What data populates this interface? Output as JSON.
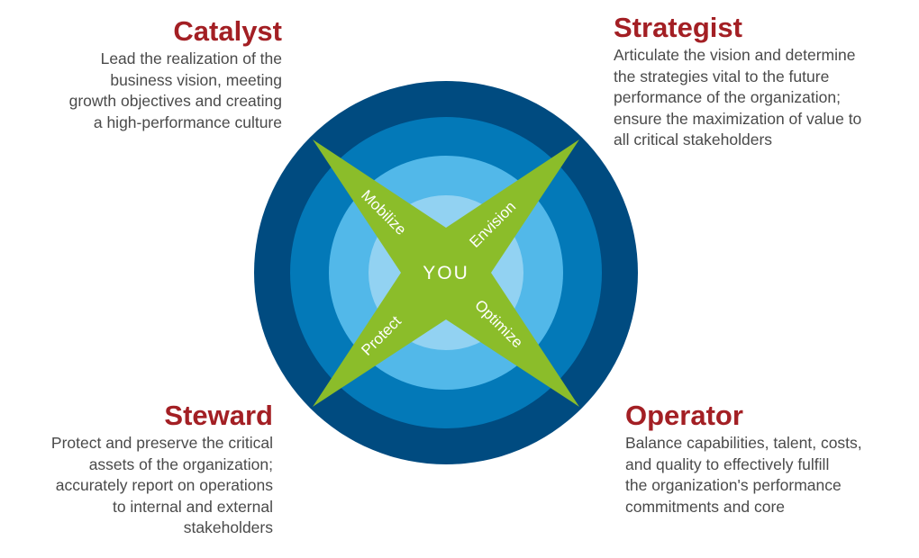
{
  "center_label": "YOU",
  "arms": {
    "top_left": "Mobilize",
    "top_right": "Envision",
    "bottom_left": "Protect",
    "bottom_right": "Optimize"
  },
  "roles": {
    "catalyst": {
      "title": "Catalyst",
      "lines": [
        "Lead the realization of the",
        "business vision, meeting",
        "growth objectives and creating",
        "a high-performance culture"
      ]
    },
    "strategist": {
      "title": "Strategist",
      "lines": [
        "Articulate the vision and determine",
        "the strategies vital to the future",
        "performance of the organization;",
        "ensure the maximization of value to",
        "all critical stakeholders"
      ]
    },
    "steward": {
      "title": "Steward",
      "lines": [
        "Protect and preserve the critical",
        "assets of the organization;",
        "accurately report on operations",
        "to internal and external",
        "stakeholders"
      ]
    },
    "operator": {
      "title": "Operator",
      "lines": [
        "Balance capabilities, talent, costs,",
        "and quality to effectively fulfill",
        "the organization's performance",
        "commitments and core"
      ]
    }
  },
  "colors": {
    "ring1": "#004b80",
    "ring2": "#0379b8",
    "ring3": "#52b8e9",
    "ring4": "#92d2f2",
    "star": "#8bbd2a",
    "title": "#a31f24"
  }
}
